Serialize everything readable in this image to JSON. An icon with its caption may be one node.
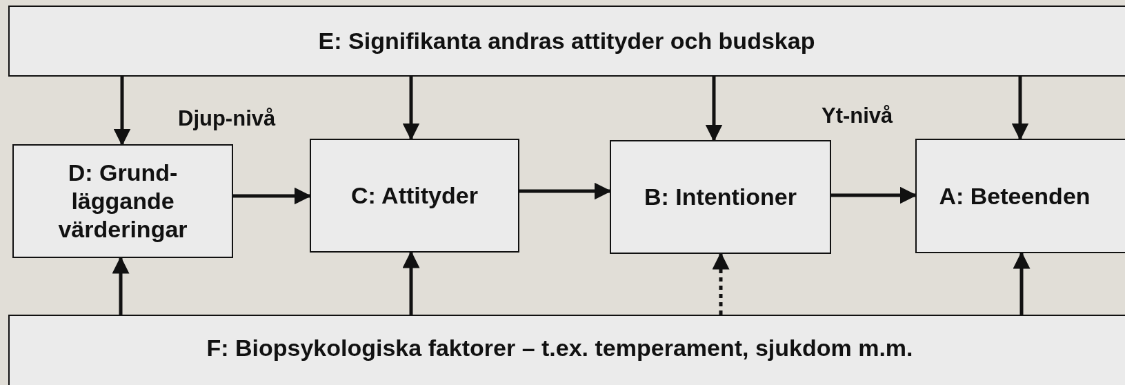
{
  "diagram": {
    "nodes": [
      {
        "text": [
          "E: Signifikanta andras attityder och budskap"
        ]
      },
      {
        "text": [
          "D: Grund-läggande värderingar"
        ]
      },
      {
        "text": [
          "C: Attityder"
        ]
      },
      {
        "text": [
          "B: Intentioner"
        ]
      },
      {
        "text": [
          "A: Beteenden"
        ]
      },
      {
        "text": [
          "F: Biopsykologiska faktorer –  t.ex. temperament, sjukdom m.m."
        ]
      }
    ],
    "edges": [
      {
        "from": 0,
        "to": 1,
        "arrow": "to"
      },
      {
        "from": 0,
        "to": 2,
        "arrow": "to"
      },
      {
        "from": 0,
        "to": 3,
        "arrow": "to"
      },
      {
        "from": 0,
        "to": 4,
        "arrow": "to"
      },
      {
        "from": 1,
        "to": 2,
        "arrow": "to"
      },
      {
        "from": 2,
        "to": 3,
        "arrow": "to"
      },
      {
        "from": 3,
        "to": 4,
        "arrow": "to"
      },
      {
        "from": 5,
        "to": 1,
        "arrow": "to"
      },
      {
        "from": 5,
        "to": 2,
        "arrow": "to"
      },
      {
        "from": 5,
        "to": 3,
        "arrow": "to",
        "style": "dashed"
      },
      {
        "from": 5,
        "to": 4,
        "arrow": "to"
      }
    ],
    "labels": [
      "Djup-nivå",
      "Yt-nivå"
    ]
  }
}
